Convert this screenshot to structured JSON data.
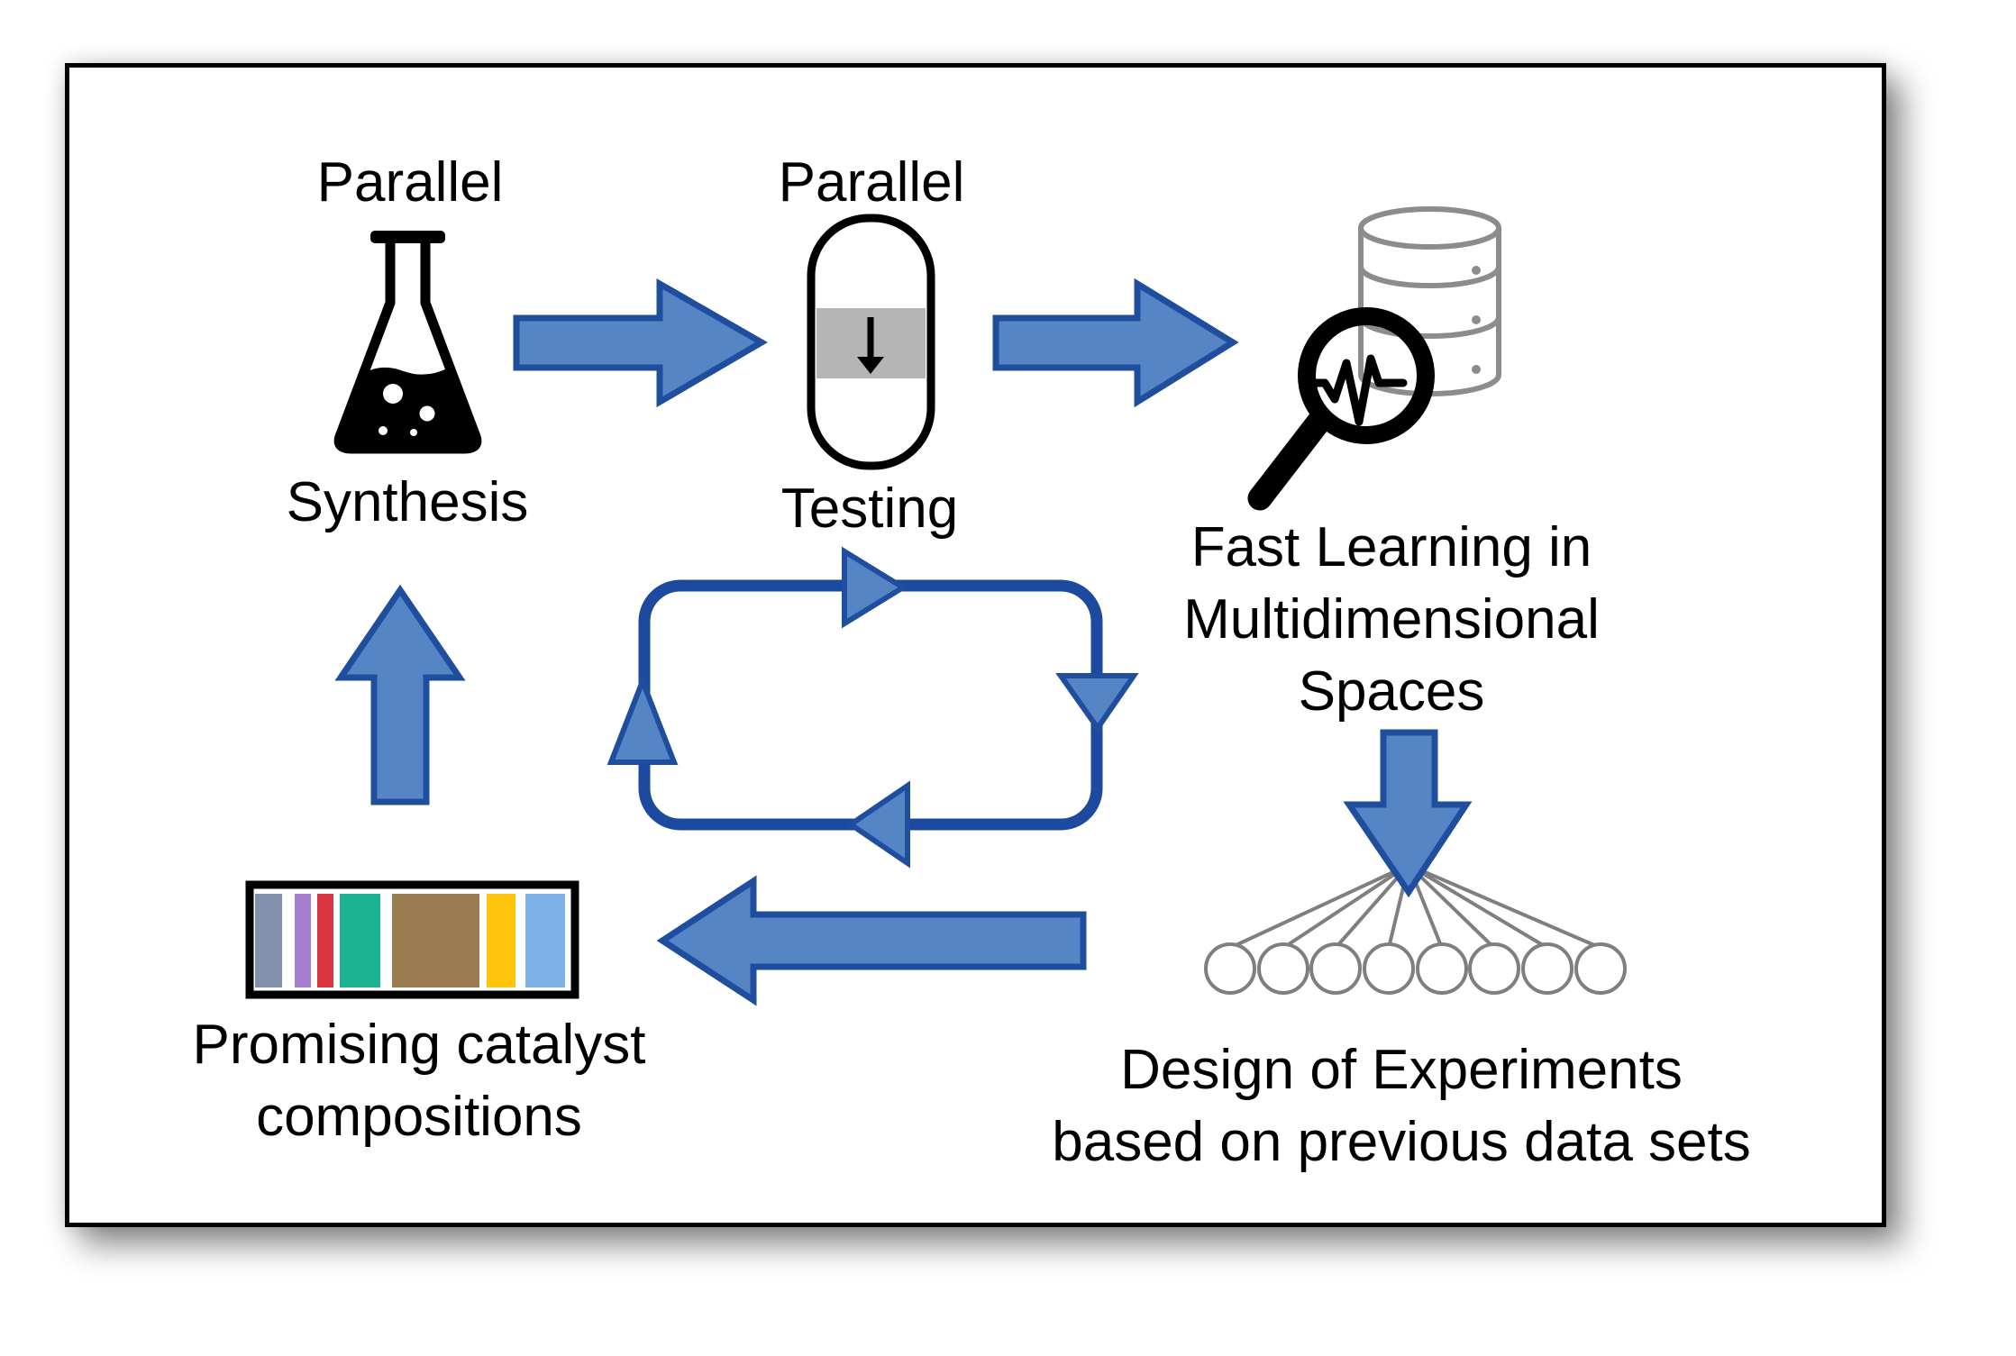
{
  "colors": {
    "arrow_fill": "#5585c4",
    "arrow_stroke": "#1f4e9e",
    "loop_stroke": "#1b4a9e",
    "icon_gray": "#8c8c8c",
    "fan_gray": "#7f7f7f",
    "band_gray": "#b5b5b5",
    "ink": "#000000"
  },
  "labels": {
    "synthesis_top": "Parallel",
    "synthesis": "Synthesis",
    "testing_top": "Parallel",
    "testing": "Testing",
    "fast_learning": [
      "Fast Learning in",
      "Multidimensional",
      "Spaces"
    ],
    "design_of_experiments": [
      "Design of Experiments",
      "based on previous data sets"
    ],
    "promising_catalyst": [
      "Promising catalyst",
      "compositions"
    ]
  },
  "catalyst_strip": {
    "bars": [
      {
        "name": "slate",
        "color": "#8191ac"
      },
      {
        "name": "purple",
        "color": "#a87fd0"
      },
      {
        "name": "red",
        "color": "#d8353f"
      },
      {
        "name": "teal",
        "color": "#1cb393"
      },
      {
        "name": "brown",
        "color": "#9b7c50"
      },
      {
        "name": "gold",
        "color": "#ffc40c"
      },
      {
        "name": "light-blue",
        "color": "#7fb3e7"
      }
    ]
  }
}
